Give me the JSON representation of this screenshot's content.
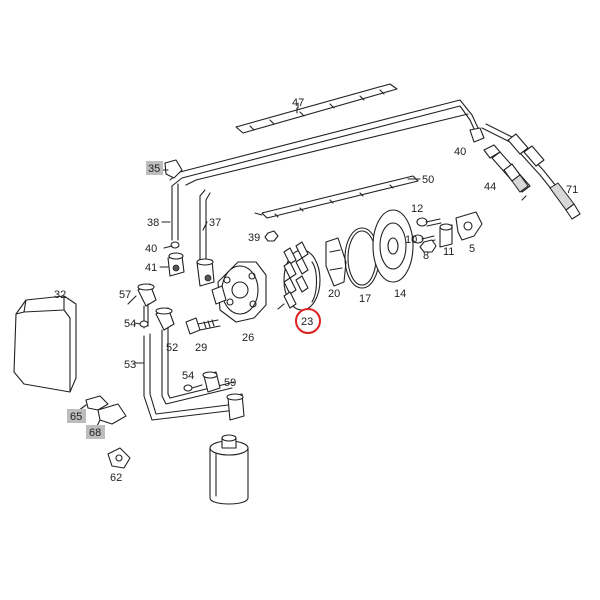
{
  "diagram": {
    "labels": {
      "p47": "47",
      "p40a": "40",
      "p44": "44",
      "p71": "71",
      "p35": "35",
      "p50": "50",
      "p38": "38",
      "p37": "37",
      "p12": "12",
      "p39": "39",
      "p40b": "40",
      "p41": "41",
      "p10": "10",
      "p8": "8",
      "p11": "11",
      "p5": "5",
      "p20": "20",
      "p17": "17",
      "p14": "14",
      "p32": "32",
      "p57": "57",
      "p54a": "54",
      "p52": "52",
      "p29": "29",
      "p26": "26",
      "p23": "23",
      "p53": "53",
      "p54b": "54",
      "p59": "59",
      "p65": "65",
      "p68": "68",
      "p62": "62"
    },
    "highlighted_boxes": [
      "35",
      "65",
      "68"
    ],
    "highlighted_circle": "23",
    "colors": {
      "highlight_box": "#bdbdbd",
      "highlight_circle": "#d22222",
      "ink": "#222222"
    }
  }
}
